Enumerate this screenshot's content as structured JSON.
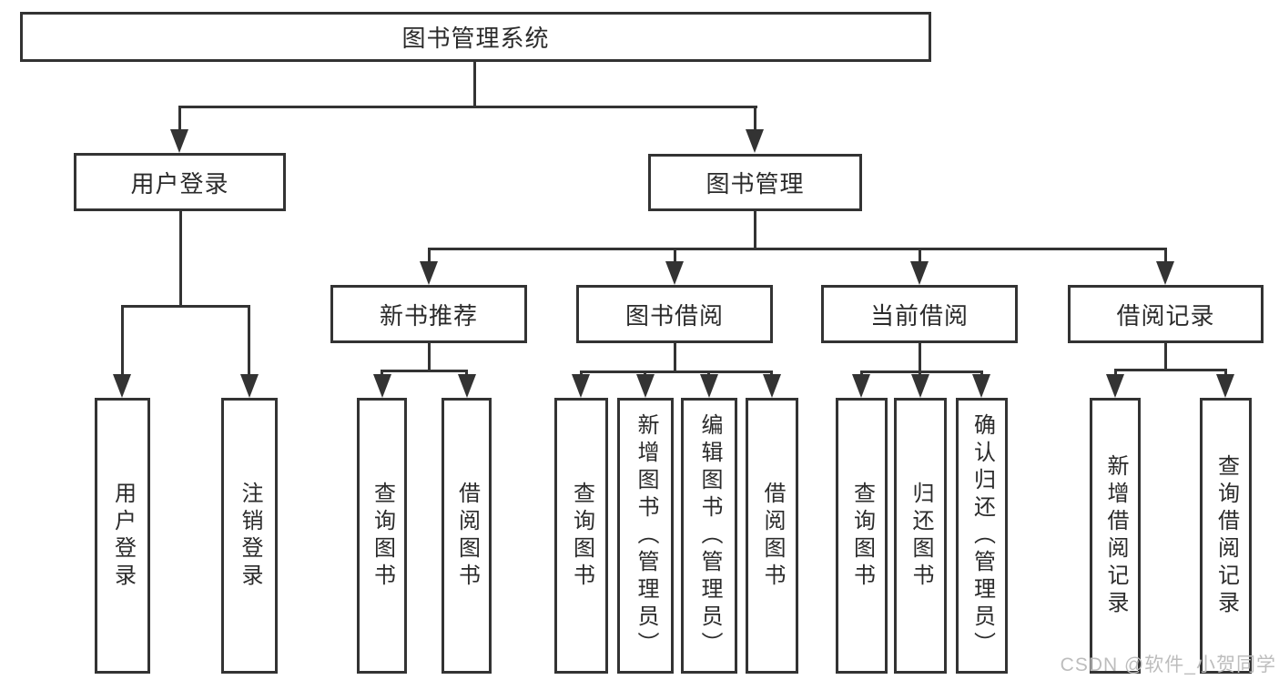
{
  "palette": {
    "line": "#333333",
    "box_background": "#ffffff",
    "text": "#2b2b2b",
    "watermark": "#bdbdbd"
  },
  "icons": {
    "arrow_down": "css-triangle-down"
  },
  "root": {
    "label": "图书管理系统"
  },
  "user_login": {
    "label": "用户登录",
    "children": [
      "用户登录",
      "注销登录"
    ]
  },
  "book_management": {
    "label": "图书管理",
    "sections": [
      {
        "label": "新书推荐",
        "children": [
          "查询图书",
          "借阅图书"
        ]
      },
      {
        "label": "图书借阅",
        "children": [
          "查询图书",
          "新增图书（管理员）",
          "编辑图书（管理员）",
          "借阅图书"
        ]
      },
      {
        "label": "当前借阅",
        "children": [
          "查询图书",
          "归还图书",
          "确认归还（管理员）"
        ]
      },
      {
        "label": "借阅记录",
        "children": [
          "新增借阅记录",
          "查询借阅记录"
        ]
      }
    ]
  },
  "watermark": "CSDN @软件_小贺同学"
}
